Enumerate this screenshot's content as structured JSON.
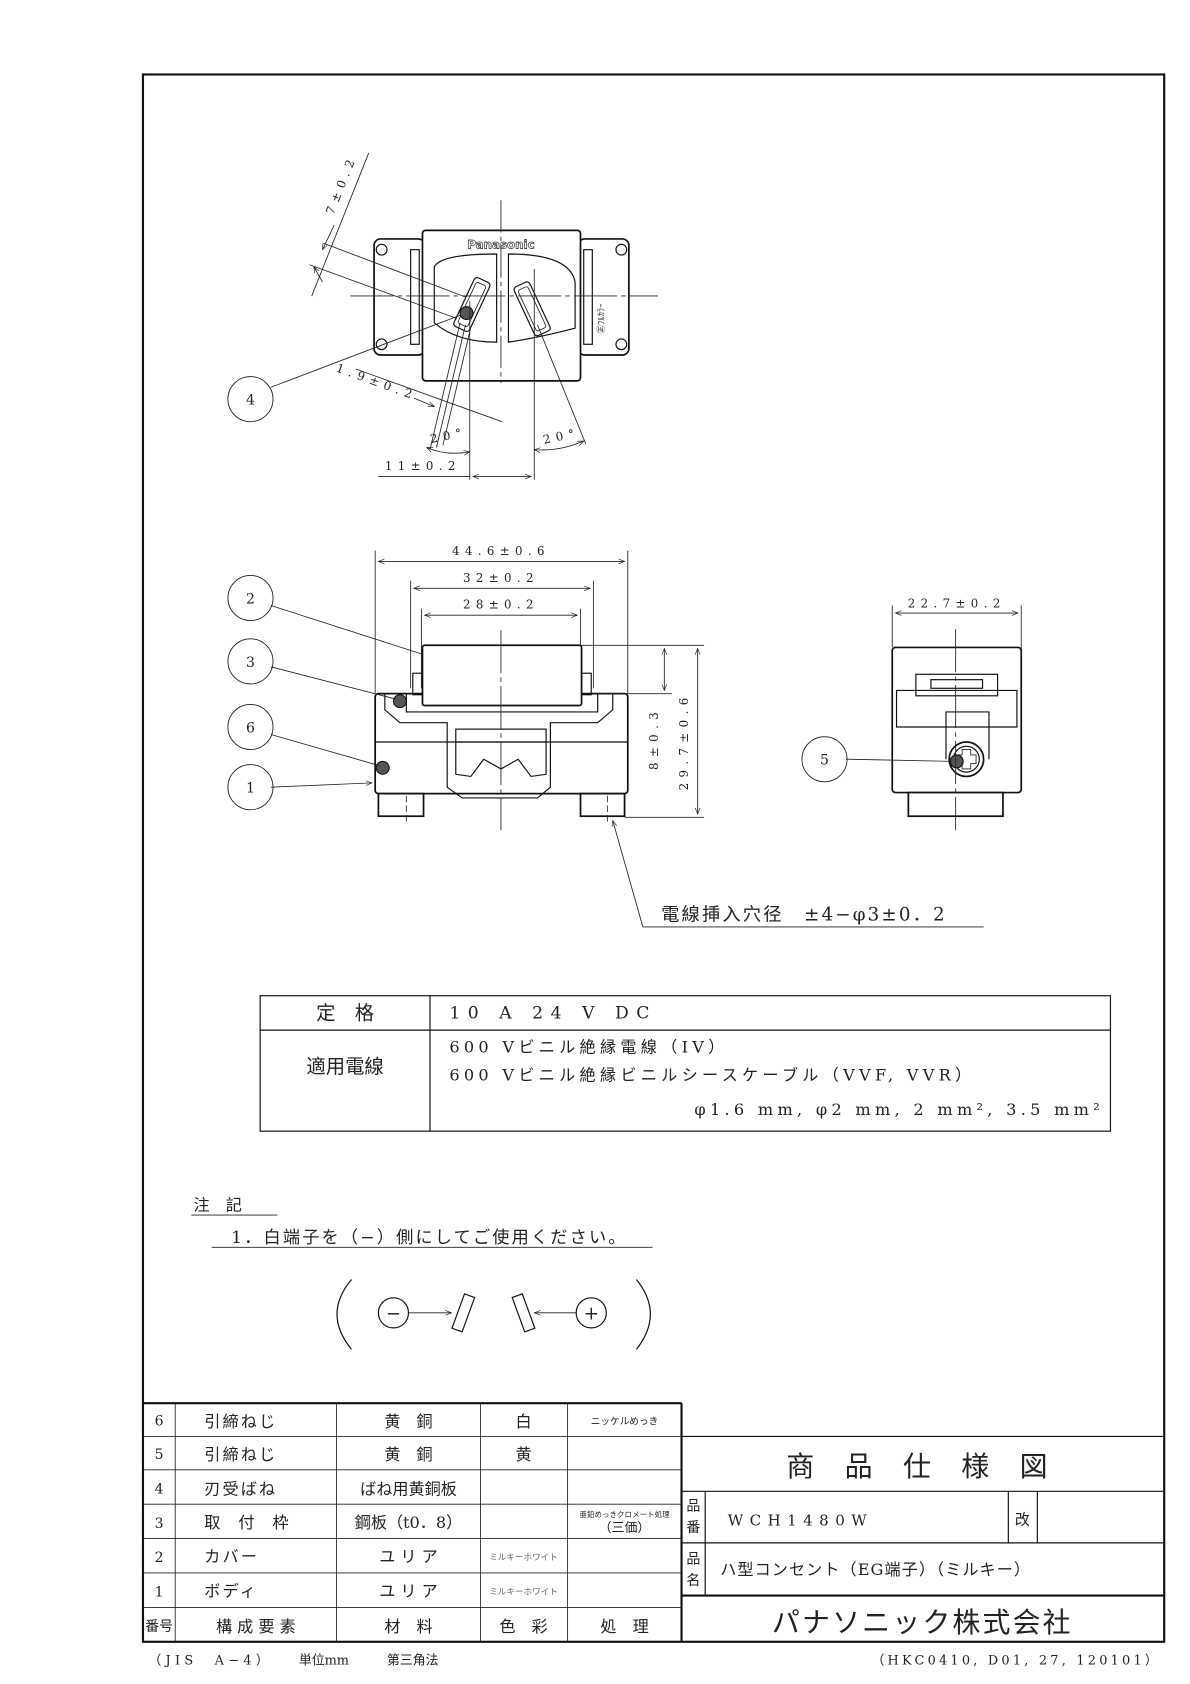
{
  "drawing": {
    "brand_logo": "Panasonic",
    "top_view_mark": "㊣ﾌﾙｶﾗｰ",
    "dimensions": {
      "pitch_7": "7±0.2",
      "offset_1_9": "1.9±0.2",
      "angle_left": "20°",
      "angle_right": "20°",
      "spacing_11": "11±0.2",
      "width_44_6": "44.6±0.6",
      "width_32": "32±0.2",
      "width_28": "28±0.2",
      "height_8": "8±0.3",
      "height_29_7": "29.7±0.6",
      "depth_22_7": "22.7±0.2"
    },
    "balloons": [
      "1",
      "2",
      "3",
      "4",
      "5",
      "6"
    ],
    "wire_hole_note": "電線挿入穴径　±4−φ3±0．2"
  },
  "spec_table": {
    "rating_label": "定　格",
    "rating_value": "10 A  24 V  DC",
    "wire_label": "適用電線",
    "wire_lines": [
      "600 Vビニル絶縁電線（IV）",
      "600 Vビニル絶縁ビニルシースケーブル（VVF, VVR）",
      "φ1.6 mm, φ2 mm, 2 mm², 3.5 mm²"
    ]
  },
  "notes": {
    "title": "注　記",
    "items": [
      "1．白端子を（−）側にしてご使用ください。"
    ],
    "minus_symbol": "−",
    "plus_symbol": "+"
  },
  "parts_table": {
    "headers": [
      "番号",
      "構 成 要 素",
      "材　料",
      "色　彩",
      "処　理"
    ],
    "rows": [
      {
        "no": "6",
        "name": "引締ねじ",
        "material": "黄　銅",
        "color": "白",
        "treatment": "ニッケルめっき"
      },
      {
        "no": "5",
        "name": "引締ねじ",
        "material": "黄　銅",
        "color": "黄",
        "treatment": ""
      },
      {
        "no": "4",
        "name": "刃受ばね",
        "material": "ばね用黄銅板",
        "color": "",
        "treatment": ""
      },
      {
        "no": "3",
        "name": "取 付 枠",
        "material": "鋼板（t0．8）",
        "color": "",
        "treatment": "亜鉛めっきクロメート処理",
        "treatment2": "（三価）"
      },
      {
        "no": "2",
        "name": "カバー",
        "material": "ユ リ ア",
        "color": "ミルキーホワイト",
        "treatment": ""
      },
      {
        "no": "1",
        "name": "ボディ",
        "material": "ユ リ ア",
        "color": "ミルキーホワイト",
        "treatment": ""
      }
    ]
  },
  "title_block": {
    "title": "商 品 仕 様 図",
    "part_no_label_1": "品",
    "part_no_label_2": "番",
    "part_no": "WCH1480W",
    "rev_label": "改",
    "product_name_label_1": "品",
    "product_name_label_2": "名",
    "product_name": "ハ型コンセント（EG端子）（ミルキー）",
    "company": "パナソニック株式会社"
  },
  "footer": {
    "paper": "（JIS　A−4）",
    "unit": "単位mm",
    "projection": "第三角法",
    "doc_code": "（HKC0410, D01, 27, 120101）"
  }
}
